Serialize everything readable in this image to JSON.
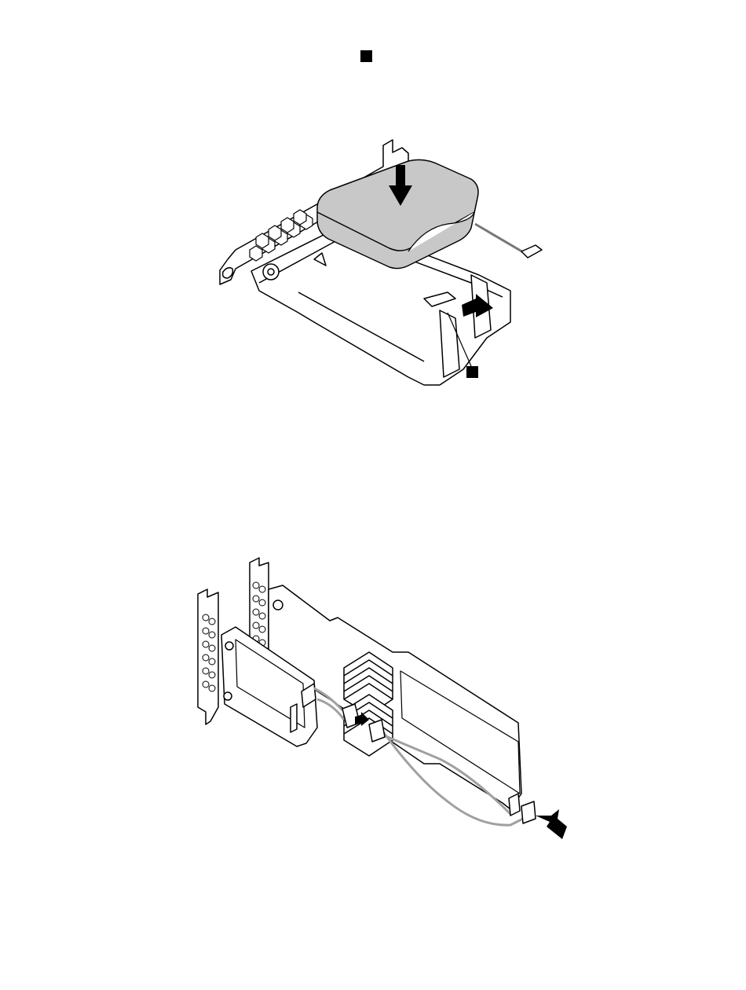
{
  "page": {
    "figures": [
      {
        "id": "battery-holder-install",
        "callouts": 2,
        "arrows": [
          "down-arrow",
          "right-arrow"
        ],
        "colors": {
          "battery": "#c8c8c8",
          "outline": "#000000",
          "fill": "#ffffff"
        }
      },
      {
        "id": "raid-card-cable-connect",
        "callouts": 0,
        "arrows": [
          "connector-arrow",
          "insert-arrow"
        ],
        "colors": {
          "cable": "#a0a0a0",
          "outline": "#000000",
          "fill": "#ffffff"
        }
      }
    ]
  }
}
